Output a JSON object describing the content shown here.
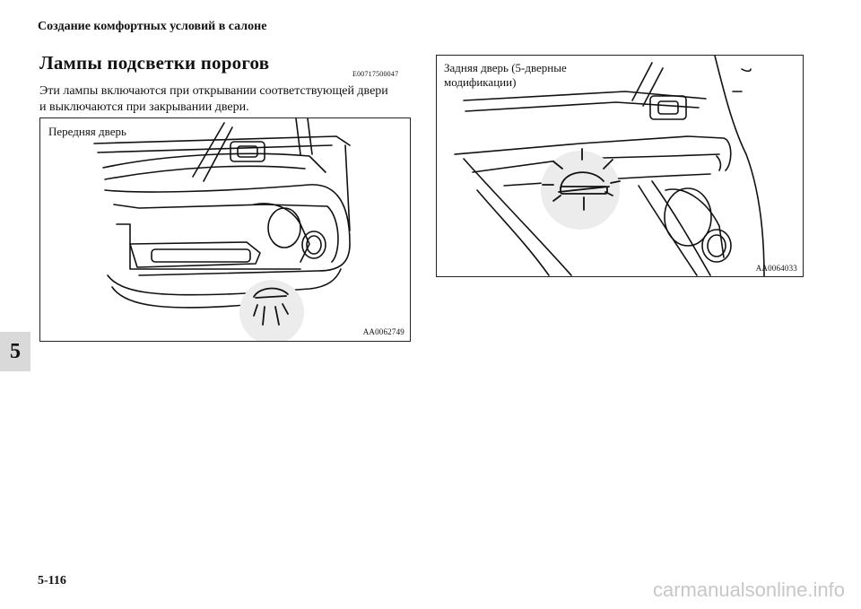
{
  "header": {
    "text": "Создание комфортных условий в салоне"
  },
  "section": {
    "title": "Лампы подсветки порогов",
    "code": "E00717500047",
    "intro_line1": "Эти лампы включаются при открывании соответствующей двери",
    "intro_line2": "и выключаются при закрывании двери."
  },
  "figures": {
    "front": {
      "caption": "Передняя дверь",
      "code": "AA0062749",
      "icon": "front-door-courtesy-lamp-illustration"
    },
    "rear": {
      "caption": "Задняя дверь (5-дверные модификации)",
      "code": "AA0064033",
      "icon": "rear-door-courtesy-lamp-illustration"
    }
  },
  "chapter_tab": "5",
  "page_number": "5-116",
  "watermark": "carmanualsonline.info"
}
